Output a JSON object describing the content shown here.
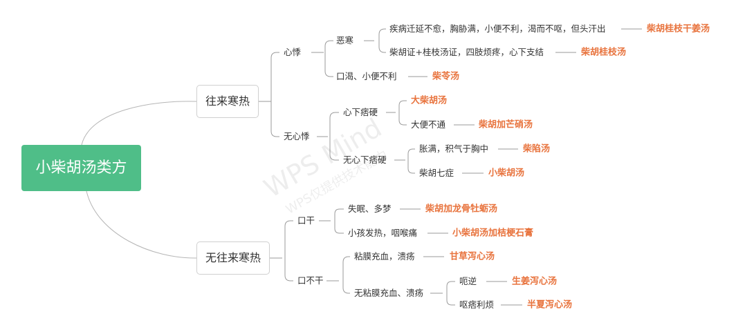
{
  "root": {
    "label": "小柴胡汤类方",
    "color": "#4fbe88"
  },
  "watermark": {
    "line1": "WPS Mind",
    "line2": "WPS仅提供技术能力"
  },
  "accent_color": "#e8733d",
  "branches": [
    {
      "label": "往来寒热",
      "children": [
        {
          "label": "心悸",
          "children": [
            {
              "label": "恶寒",
              "children": [
                {
                  "label": "疾病迁延不愈，胸胁满，小便不利，渴而不呕，但头汗出",
                  "result": "柴胡桂枝干姜汤"
                },
                {
                  "label": "柴胡证+桂枝汤证，四肢烦疼，心下支结",
                  "result": "柴胡桂枝汤"
                }
              ]
            },
            {
              "label": "口渴、小便不利",
              "result": "柴苓汤"
            }
          ]
        },
        {
          "label": "无心悸",
          "children": [
            {
              "label": "心下痞硬",
              "children": [
                {
                  "label": "",
                  "result": "大柴胡汤"
                },
                {
                  "label": "大便不通",
                  "result": "柴胡加芒硝汤"
                }
              ]
            },
            {
              "label": "无心下痞硬",
              "children": [
                {
                  "label": "胀满，积气于胸中",
                  "result": "柴陷汤"
                },
                {
                  "label": "柴胡七症",
                  "result": "小柴胡汤"
                }
              ]
            }
          ]
        }
      ]
    },
    {
      "label": "无往来寒热",
      "children": [
        {
          "label": "口干",
          "children": [
            {
              "label": "失眠、多梦",
              "result": "柴胡加龙骨牡蛎汤"
            },
            {
              "label": "小孩发热，咽喉痛",
              "result": "小柴胡汤加桔梗石膏"
            }
          ]
        },
        {
          "label": "口不干",
          "children": [
            {
              "label": "粘膜充血，溃疡",
              "result": "甘草泻心汤"
            },
            {
              "label": "无粘膜充血、溃疡",
              "children": [
                {
                  "label": "呃逆",
                  "result": "生姜泻心汤"
                },
                {
                  "label": "呕痞利烦",
                  "result": "半夏泻心汤"
                }
              ]
            }
          ]
        }
      ]
    }
  ]
}
